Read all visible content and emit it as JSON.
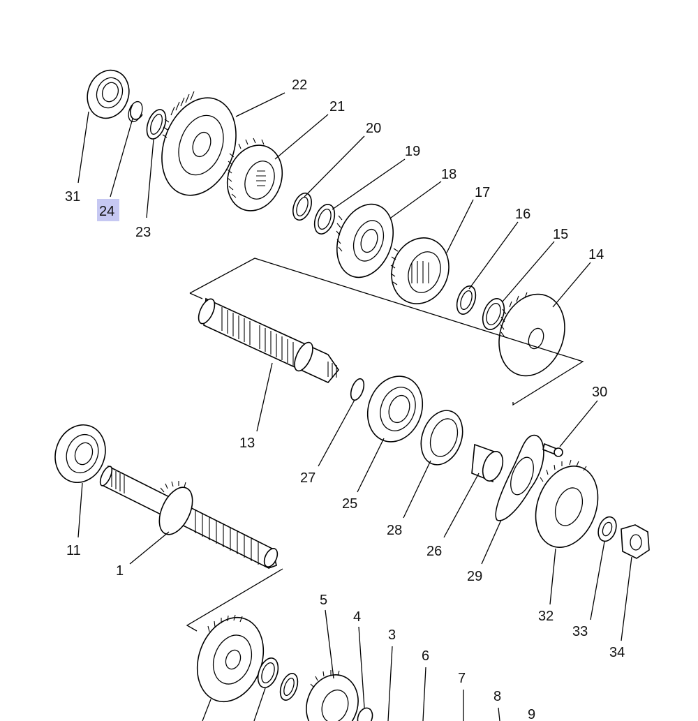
{
  "highlight_color": "#c6c8f2",
  "callouts": {
    "c1": "1",
    "c3": "3",
    "c4": "4",
    "c5": "5",
    "c6": "6",
    "c7": "7",
    "c8": "8",
    "c9": "9",
    "c11": "11",
    "c13": "13",
    "c14": "14",
    "c15": "15",
    "c16": "16",
    "c17": "17",
    "c18": "18",
    "c19": "19",
    "c20": "20",
    "c21": "21",
    "c22": "22",
    "c23": "23",
    "c24": "24",
    "c25": "25",
    "c26": "26",
    "c27": "27",
    "c28": "28",
    "c29": "29",
    "c30": "30",
    "c31": "31",
    "c32": "32",
    "c33": "33",
    "c34": "34"
  },
  "highlighted_callout": "24"
}
